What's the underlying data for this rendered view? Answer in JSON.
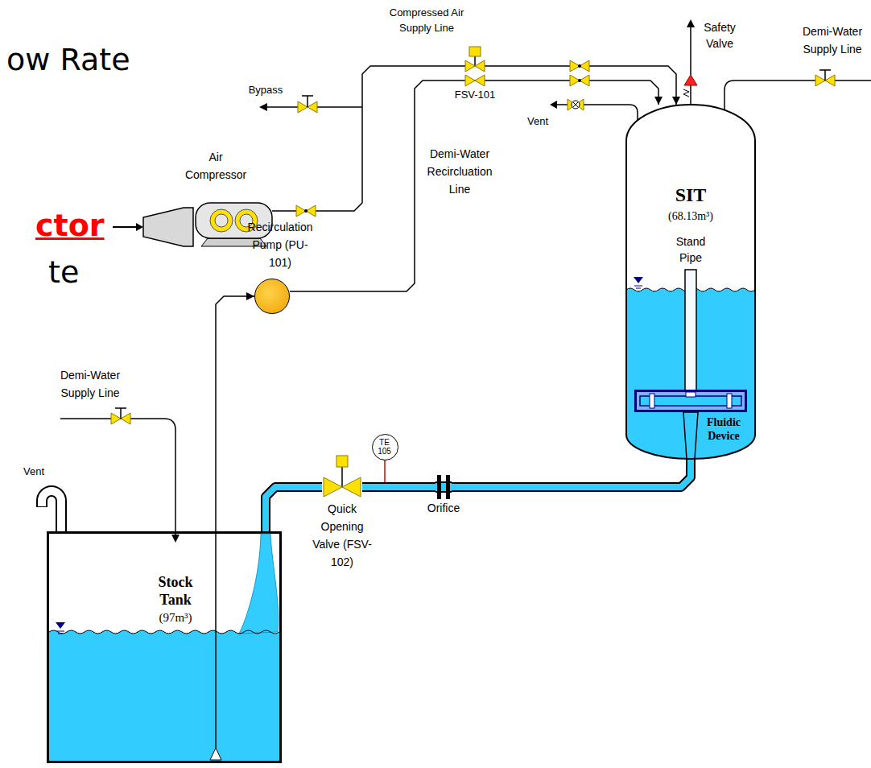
{
  "diagram": {
    "nodes": [
      {
        "text": [
          "Stock Tank",
          "(97m³)"
        ]
      },
      {
        "text": [
          "SIT",
          "(68.13m³)"
        ]
      },
      {
        "text": [
          "Stand Pipe"
        ],
        "in": 1
      },
      {
        "text": [
          "Fluidic Device"
        ],
        "in": 1
      },
      {
        "text": [
          "Air Compressor"
        ]
      },
      {
        "text": [
          "Recirculation Pump (PU-101)"
        ]
      },
      {
        "text": [
          "Quick Opening Valve (FSV-102)"
        ]
      },
      {
        "text": [
          "TE 105"
        ]
      },
      {
        "text": [
          "Orifice"
        ]
      }
    ],
    "edges": [
      {
        "from": 4,
        "to": 1,
        "arrow": "to"
      },
      {
        "from": 5,
        "to": 1,
        "arrow": "to"
      },
      {
        "from": 0,
        "to": 5,
        "arrow": "to"
      },
      {
        "from": 3,
        "to": 8,
        "arrow": "none"
      },
      {
        "from": 8,
        "to": 6,
        "arrow": "none"
      },
      {
        "from": 6,
        "to": 0,
        "arrow": "none"
      }
    ],
    "labels": [
      "ow Rate",
      "ctor",
      "te",
      "Compressed Air Supply Line",
      "FSV-101",
      "Safety Valve",
      "Demi-Water Supply Line",
      "Bypass",
      "Vent",
      "Demi-Water Recircluation Line",
      "Demi-Water Supply Line",
      "Vent"
    ]
  }
}
